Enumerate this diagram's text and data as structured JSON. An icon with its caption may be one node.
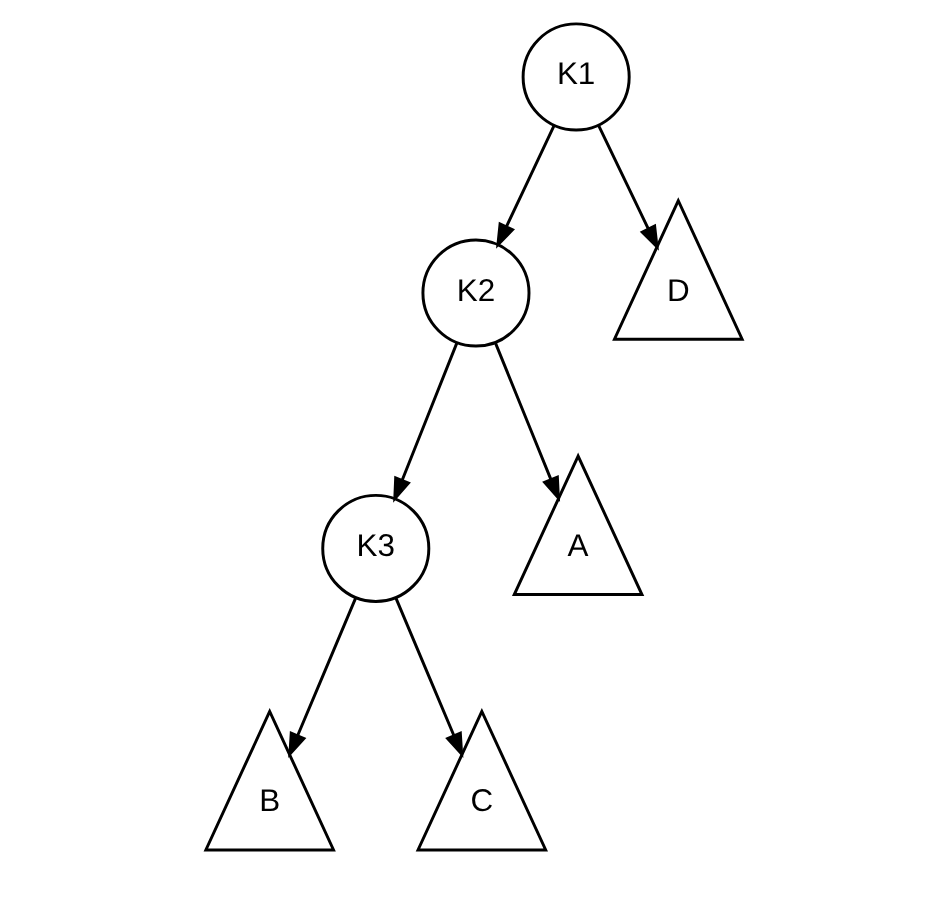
{
  "diagram": {
    "nodes": [
      {
        "text": [
          "K1"
        ]
      },
      {
        "text": [
          "K2"
        ]
      },
      {
        "text": [
          "D"
        ]
      },
      {
        "text": [
          "K3"
        ]
      },
      {
        "text": [
          "A"
        ]
      },
      {
        "text": [
          "B"
        ]
      },
      {
        "text": [
          "C"
        ]
      }
    ],
    "edges": [
      {
        "from": 0,
        "to": 1,
        "arrow": "to"
      },
      {
        "from": 0,
        "to": 2,
        "arrow": "to"
      },
      {
        "from": 1,
        "to": 4,
        "arrow": "to"
      },
      {
        "from": 1,
        "to": 3,
        "arrow": "to"
      },
      {
        "from": 3,
        "to": 5,
        "arrow": "to"
      },
      {
        "from": 3,
        "to": 6,
        "arrow": "to"
      }
    ]
  }
}
